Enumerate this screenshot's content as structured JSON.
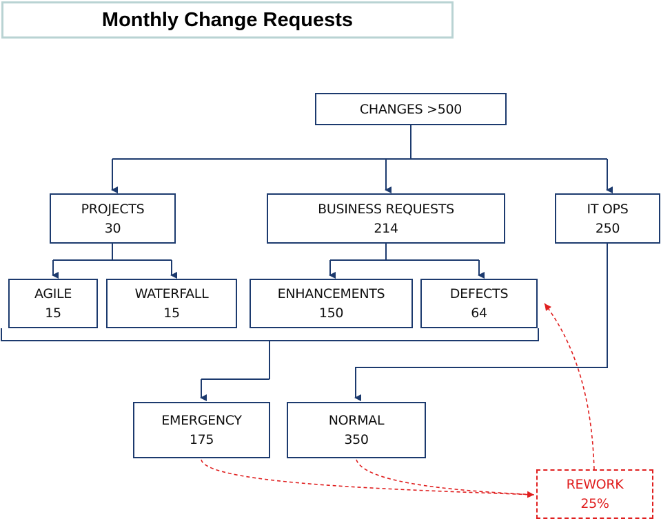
{
  "title": "Monthly Change Requests",
  "nodes": {
    "root": {
      "label": "CHANGES >500"
    },
    "projects": {
      "label": "PROJECTS",
      "value": "30"
    },
    "business": {
      "label": "BUSINESS REQUESTS",
      "value": "214"
    },
    "itops": {
      "label": "IT OPS",
      "value": "250"
    },
    "agile": {
      "label": "AGILE",
      "value": "15"
    },
    "waterfall": {
      "label": "WATERFALL",
      "value": "15"
    },
    "enhancements": {
      "label": "ENHANCEMENTS",
      "value": "150"
    },
    "defects": {
      "label": "DEFECTS",
      "value": "64"
    },
    "emergency": {
      "label": "EMERGENCY",
      "value": "175"
    },
    "normal": {
      "label": "NORMAL",
      "value": "350"
    },
    "rework": {
      "label": "REWORK",
      "value": "25%"
    }
  },
  "colors": {
    "connector": "#1c3a6e",
    "rework": "#e01f1f",
    "title_border": "#b9d3d3"
  }
}
